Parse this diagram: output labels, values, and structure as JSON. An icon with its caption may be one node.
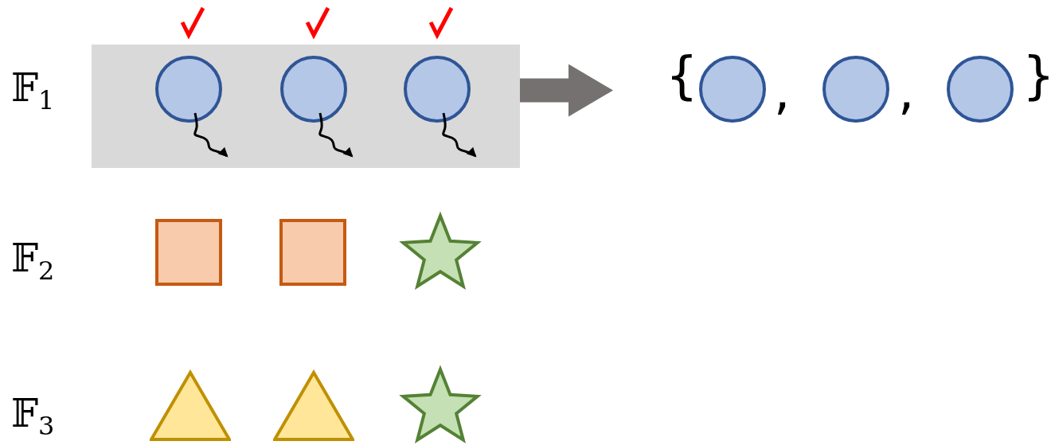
{
  "diagram": {
    "nodes": [
      {
        "text": [],
        "shape": "box"
      },
      {
        "text": [],
        "shape": "circle",
        "in": 0
      },
      {
        "text": [],
        "shape": "circle",
        "in": 0
      },
      {
        "text": [],
        "shape": "circle",
        "in": 0
      },
      {
        "text": [
          "{",
          ",",
          ",",
          "}"
        ]
      },
      {
        "text": [],
        "shape": "circle",
        "in": 4
      },
      {
        "text": [],
        "shape": "circle",
        "in": 4
      },
      {
        "text": [],
        "shape": "circle",
        "in": 4
      },
      {
        "text": [],
        "shape": "square"
      },
      {
        "text": [],
        "shape": "square"
      },
      {
        "text": [],
        "shape": "star"
      },
      {
        "text": [],
        "shape": "triangle"
      },
      {
        "text": [],
        "shape": "triangle"
      },
      {
        "text": [],
        "shape": "star"
      }
    ],
    "edges": [
      {
        "from": 0,
        "to": 4,
        "arrow": "to",
        "style": "thick",
        "color": "#767171"
      },
      {
        "from": 1,
        "to": null,
        "arrow": "to"
      },
      {
        "from": 2,
        "to": null,
        "arrow": "to"
      },
      {
        "from": 3,
        "to": null,
        "arrow": "to"
      }
    ],
    "labels": [
      "𝔽$_{1}$",
      "𝔽$_{2}$",
      "𝔽$_{3}$"
    ]
  }
}
